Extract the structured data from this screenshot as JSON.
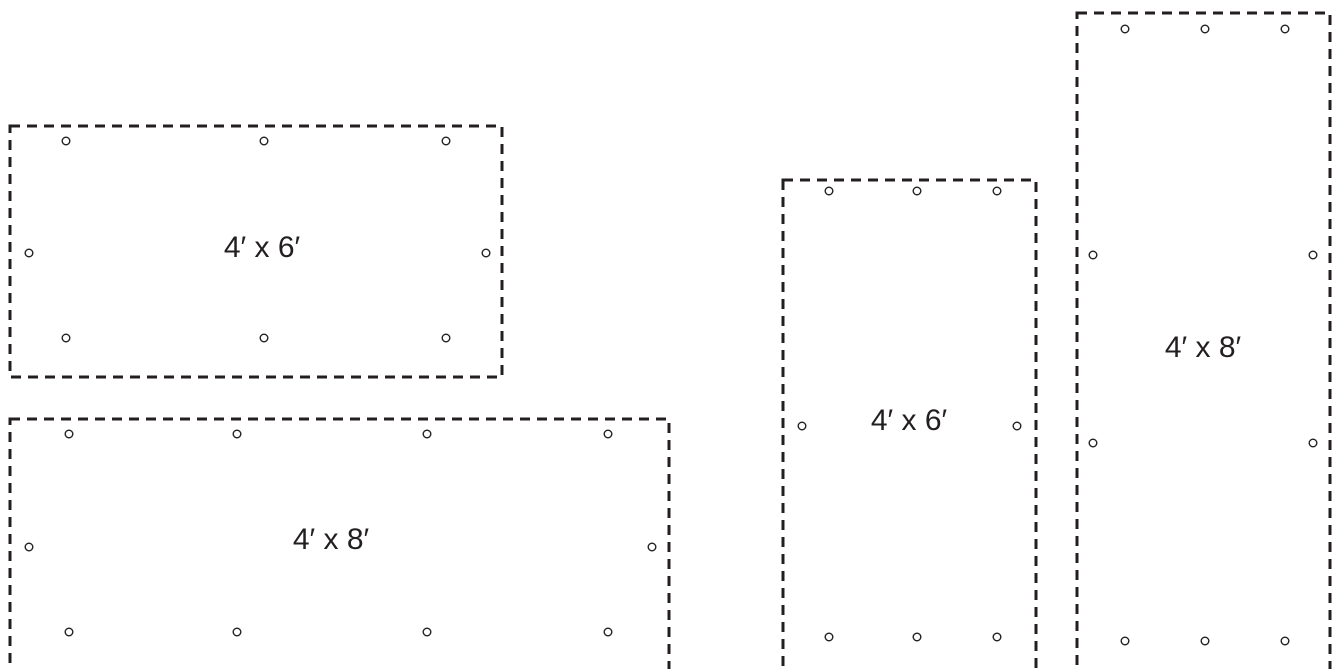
{
  "panels": [
    {
      "id": "landscape-4x6",
      "label": "4′ x 6′",
      "orientation": "landscape"
    },
    {
      "id": "landscape-4x8",
      "label": "4′ x 8′",
      "orientation": "landscape"
    },
    {
      "id": "portrait-4x6",
      "label": "4′ x 6′",
      "orientation": "portrait"
    },
    {
      "id": "portrait-4x8",
      "label": "4′ x 8′",
      "orientation": "portrait"
    }
  ],
  "colors": {
    "stroke": "#231f20",
    "background": "#ffffff"
  },
  "icons": {
    "grommet": "grommet-icon"
  }
}
